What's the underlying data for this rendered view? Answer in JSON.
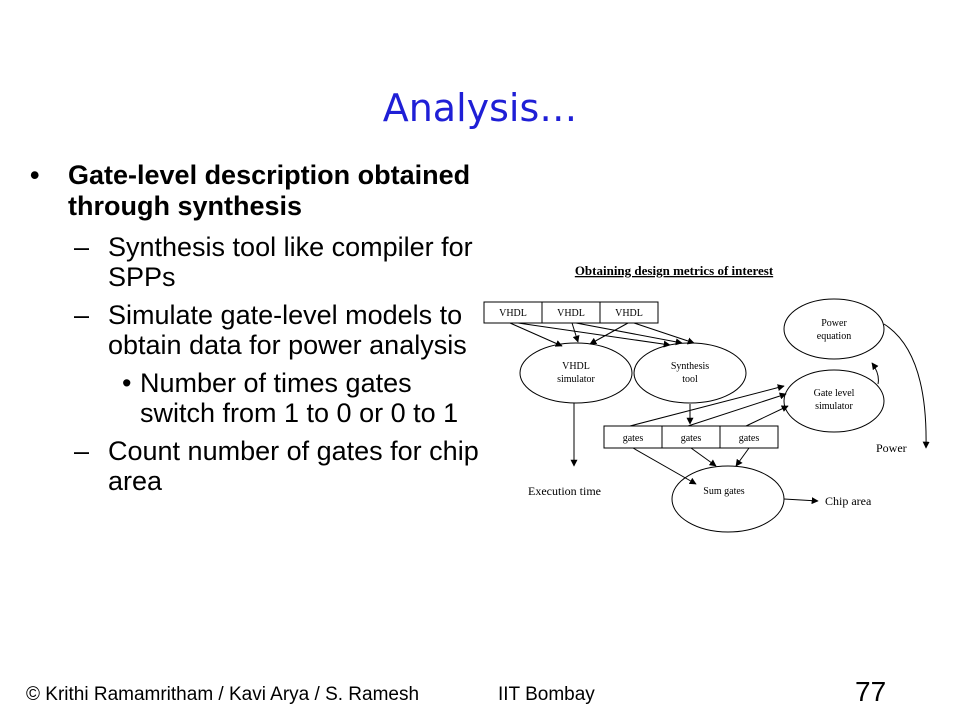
{
  "slide": {
    "title": "Analysis…",
    "bullets": [
      {
        "level": 1,
        "marker": "•",
        "text": "Gate-level description obtained through synthesis"
      },
      {
        "level": 2,
        "marker": "–",
        "text": "Synthesis tool like compiler for SPPs"
      },
      {
        "level": 2,
        "marker": "–",
        "text": "Simulate gate-level models to obtain data for power analysis"
      },
      {
        "level": 3,
        "marker": "•",
        "text": "Number of times gates switch from 1 to 0 or 0 to 1"
      },
      {
        "level": 2,
        "marker": "–",
        "text": "Count number of gates for chip area"
      }
    ]
  },
  "diagram": {
    "title": "Obtaining design metrics of interest",
    "vhdl_boxes": [
      "VHDL",
      "VHDL",
      "VHDL"
    ],
    "vhdl_simulator": [
      "VHDL",
      "simulator"
    ],
    "synthesis_tool": [
      "Synthesis",
      "tool"
    ],
    "power_equation": [
      "Power",
      "equation"
    ],
    "gate_level_simulator": [
      "Gate level",
      "simulator"
    ],
    "gates_boxes": [
      "gates",
      "gates",
      "gates"
    ],
    "sum_gates": "Sum gates",
    "execution_time": "Execution time",
    "chip_area": "Chip area",
    "power": "Power"
  },
  "footer": {
    "copyright": "©  Krithi Ramamritham / Kavi Arya / S. Ramesh",
    "institution": "IIT Bombay",
    "page": "77"
  }
}
